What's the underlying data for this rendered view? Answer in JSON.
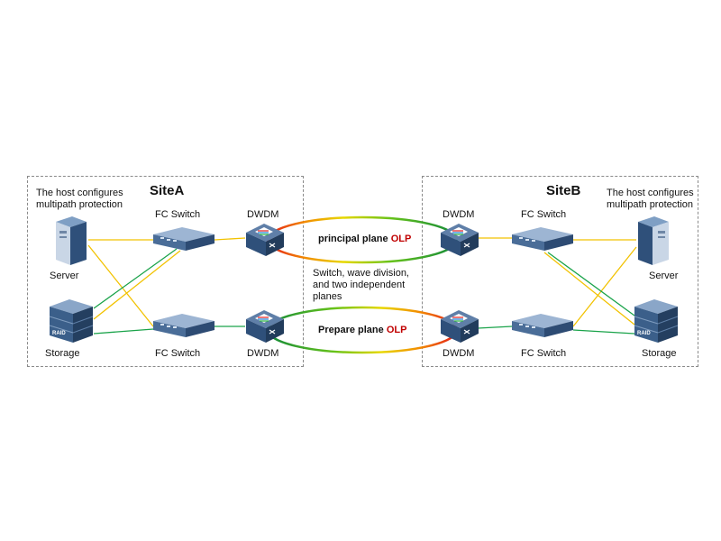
{
  "siteA": {
    "title": "SiteA",
    "host_note_line1": "The host configures",
    "host_note_line2": "multipath protection",
    "fc_switch_top": "FC Switch",
    "fc_switch_bottom": "FC Switch",
    "dwdm_top": "DWDM",
    "dwdm_bottom": "DWDM",
    "server": "Server",
    "storage": "Storage",
    "raid": "RAID"
  },
  "siteB": {
    "title": "SiteB",
    "host_note_line1": "The host configures",
    "host_note_line2": "multipath protection",
    "fc_switch_top": "FC Switch",
    "fc_switch_bottom": "FC Switch",
    "dwdm_top": "DWDM",
    "dwdm_bottom": "DWDM",
    "server": "Server",
    "storage": "Storage",
    "raid": "RAID"
  },
  "middle": {
    "principal_prefix": "principal plane ",
    "principal_olp": "OLP",
    "prepare_prefix": "Prepare plane ",
    "prepare_olp": "OLP",
    "note_line1": "Switch, wave division,",
    "note_line2": "and two independent",
    "note_line3": "planes"
  },
  "colors": {
    "yellow_link": "#f2c200",
    "green_link": "#1aa34a",
    "olp_red": "#c00000",
    "device_blue": "#3b5f8a"
  }
}
